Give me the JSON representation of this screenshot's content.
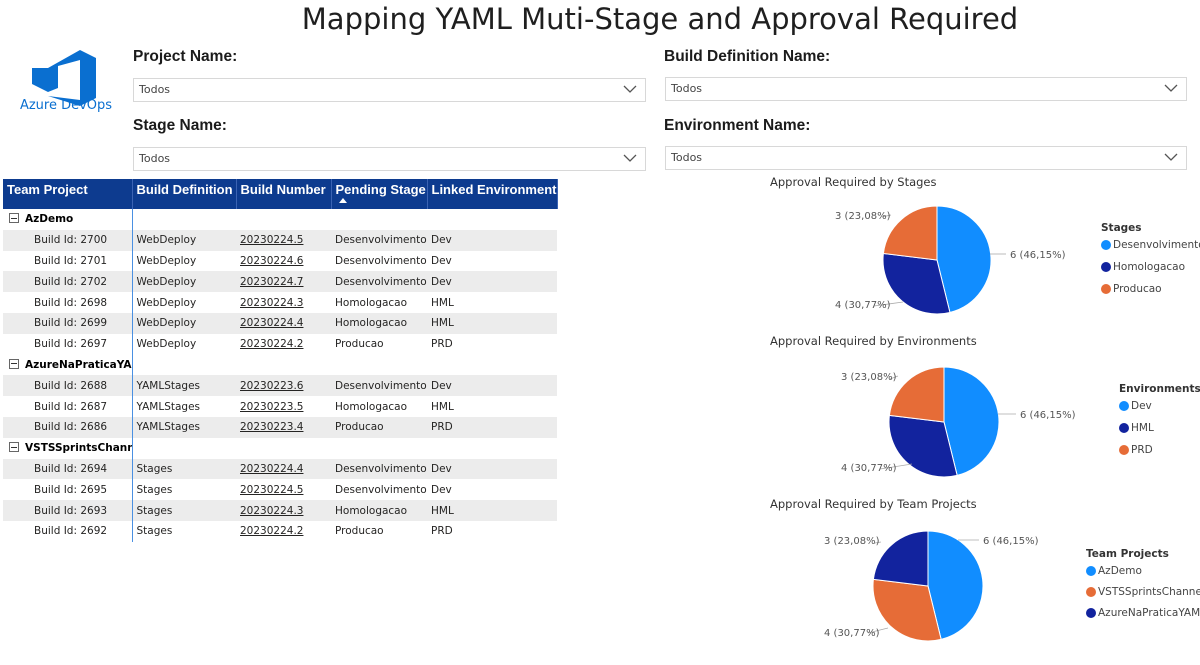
{
  "title": "Mapping YAML Muti-Stage and Approval Required",
  "logo_text": "Azure DevOps",
  "filters": [
    {
      "label": "Project Name:",
      "value": "Todos"
    },
    {
      "label": "Build Definition Name:",
      "value": "Todos"
    },
    {
      "label": "Stage Name:",
      "value": "Todos"
    },
    {
      "label": "Environment Name:",
      "value": "Todos"
    }
  ],
  "table": {
    "headers": [
      "Team Project",
      "Build Definition",
      "Build Number",
      "Pending Stage",
      "Linked Environment"
    ],
    "groups": [
      {
        "name": "AzDemo",
        "rows": [
          [
            "Build Id: 2700",
            "WebDeploy",
            "20230224.5",
            "Desenvolvimento",
            "Dev"
          ],
          [
            "Build Id: 2701",
            "WebDeploy",
            "20230224.6",
            "Desenvolvimento",
            "Dev"
          ],
          [
            "Build Id: 2702",
            "WebDeploy",
            "20230224.7",
            "Desenvolvimento",
            "Dev"
          ],
          [
            "Build Id: 2698",
            "WebDeploy",
            "20230224.3",
            "Homologacao",
            "HML"
          ],
          [
            "Build Id: 2699",
            "WebDeploy",
            "20230224.4",
            "Homologacao",
            "HML"
          ],
          [
            "Build Id: 2697",
            "WebDeploy",
            "20230224.2",
            "Producao",
            "PRD"
          ]
        ]
      },
      {
        "name": "AzureNaPraticaYAML",
        "rows": [
          [
            "Build Id: 2688",
            "YAMLStages",
            "20230223.6",
            "Desenvolvimento",
            "Dev"
          ],
          [
            "Build Id: 2687",
            "YAMLStages",
            "20230223.5",
            "Homologacao",
            "HML"
          ],
          [
            "Build Id: 2686",
            "YAMLStages",
            "20230223.4",
            "Producao",
            "PRD"
          ]
        ]
      },
      {
        "name": "VSTSSprintsChannel",
        "rows": [
          [
            "Build Id: 2694",
            "Stages",
            "20230224.4",
            "Desenvolvimento",
            "Dev"
          ],
          [
            "Build Id: 2695",
            "Stages",
            "20230224.5",
            "Desenvolvimento",
            "Dev"
          ],
          [
            "Build Id: 2693",
            "Stages",
            "20230224.3",
            "Homologacao",
            "HML"
          ],
          [
            "Build Id: 2692",
            "Stages",
            "20230224.2",
            "Producao",
            "PRD"
          ]
        ]
      }
    ]
  },
  "chart_data": [
    {
      "type": "pie",
      "title": "Approval Required by Stages",
      "legend_title": "Stages",
      "categories": [
        "Desenvolvimento",
        "Homologacao",
        "Producao"
      ],
      "values": [
        6,
        4,
        3
      ],
      "labels": [
        "6 (46,15%)",
        "4 (30,77%)",
        "3 (23,08%)"
      ],
      "colors": [
        "#118dff",
        "#12239e",
        "#e66c37"
      ],
      "legend_position": "right"
    },
    {
      "type": "pie",
      "title": "Approval Required by Environments",
      "legend_title": "Environments",
      "categories": [
        "Dev",
        "HML",
        "PRD"
      ],
      "values": [
        6,
        4,
        3
      ],
      "labels": [
        "6 (46,15%)",
        "4 (30,77%)",
        "3 (23,08%)"
      ],
      "colors": [
        "#118dff",
        "#12239e",
        "#e66c37"
      ],
      "legend_position": "right"
    },
    {
      "type": "pie",
      "title": "Approval Required by Team Projects",
      "legend_title": "Team Projects",
      "categories": [
        "AzDemo",
        "VSTSSprintsChannel",
        "AzureNaPraticaYAML"
      ],
      "values": [
        6,
        4,
        3
      ],
      "labels": [
        "6 (46,15%)",
        "4 (30,77%)",
        "3 (23,08%)"
      ],
      "colors": [
        "#118dff",
        "#e66c37",
        "#12239e"
      ],
      "legend_position": "right"
    }
  ]
}
